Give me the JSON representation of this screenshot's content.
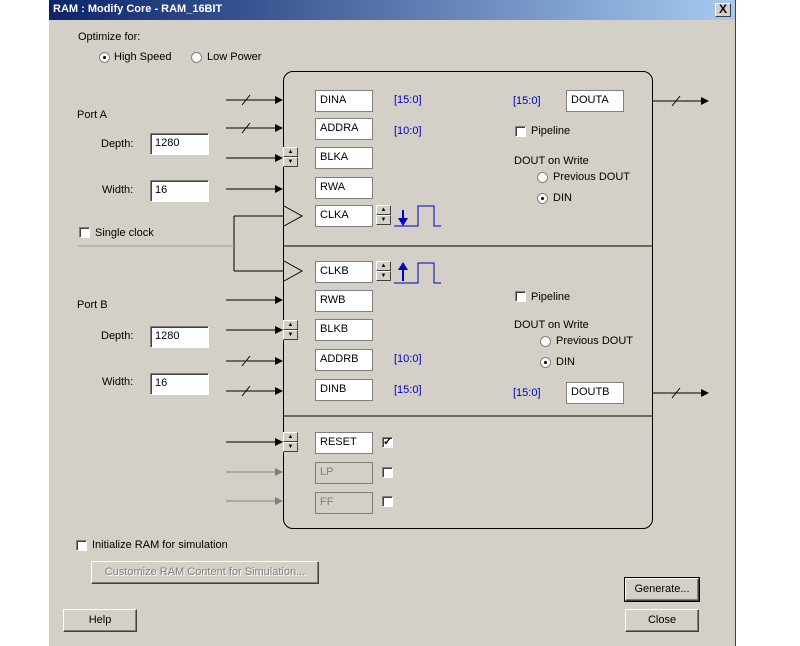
{
  "window": {
    "title": "RAM : Modify Core - RAM_16BIT",
    "close_glyph": "X"
  },
  "optimize": {
    "label": "Optimize for:",
    "options": [
      {
        "label": "High Speed",
        "selected": true
      },
      {
        "label": "Low Power",
        "selected": false
      }
    ]
  },
  "port_a": {
    "label": "Port A",
    "depth_label": "Depth:",
    "depth": "1280",
    "width_label": "Width:",
    "width": "16"
  },
  "port_b": {
    "label": "Port B",
    "depth_label": "Depth:",
    "depth": "1280",
    "width_label": "Width:",
    "width": "16"
  },
  "single_clock": {
    "label": "Single clock",
    "checked": false
  },
  "signals": {
    "dina": "DINA",
    "addra": "ADDRA",
    "blka": "BLKA",
    "rwa": "RWA",
    "clka": "CLKA",
    "clkb": "CLKB",
    "rwb": "RWB",
    "blkb": "BLKB",
    "addrb": "ADDRB",
    "dinb": "DINB",
    "reset": "RESET",
    "lp": "LP",
    "ff": "FF",
    "douta": "DOUTA",
    "doutb": "DOUTB"
  },
  "buses": {
    "dina": "[15:0]",
    "addra": "[10:0]",
    "douta": "[15:0]",
    "addrb": "[10:0]",
    "dinb": "[15:0]",
    "doutb": "[15:0]"
  },
  "output_a": {
    "pipeline_label": "Pipeline",
    "pipeline_checked": false,
    "dout_label": "DOUT on Write",
    "prev_label": "Previous DOUT",
    "din_label": "DIN",
    "selected": "DIN"
  },
  "output_b": {
    "pipeline_label": "Pipeline",
    "pipeline_checked": false,
    "dout_label": "DOUT on Write",
    "prev_label": "Previous DOUT",
    "din_label": "DIN",
    "selected": "DIN"
  },
  "reset_checked": true,
  "init_ram": {
    "label": "Initialize RAM for simulation",
    "checked": false
  },
  "buttons": {
    "customize": "Customize RAM Content for Simulation...",
    "generate": "Generate...",
    "help": "Help",
    "close": "Close"
  },
  "colors": {
    "title_start": "#0a246a",
    "title_end": "#a6caf0",
    "dialog_bg": "#d4d0c8",
    "bus_label": "#0000c0",
    "clock_wave": "#0000c0"
  }
}
